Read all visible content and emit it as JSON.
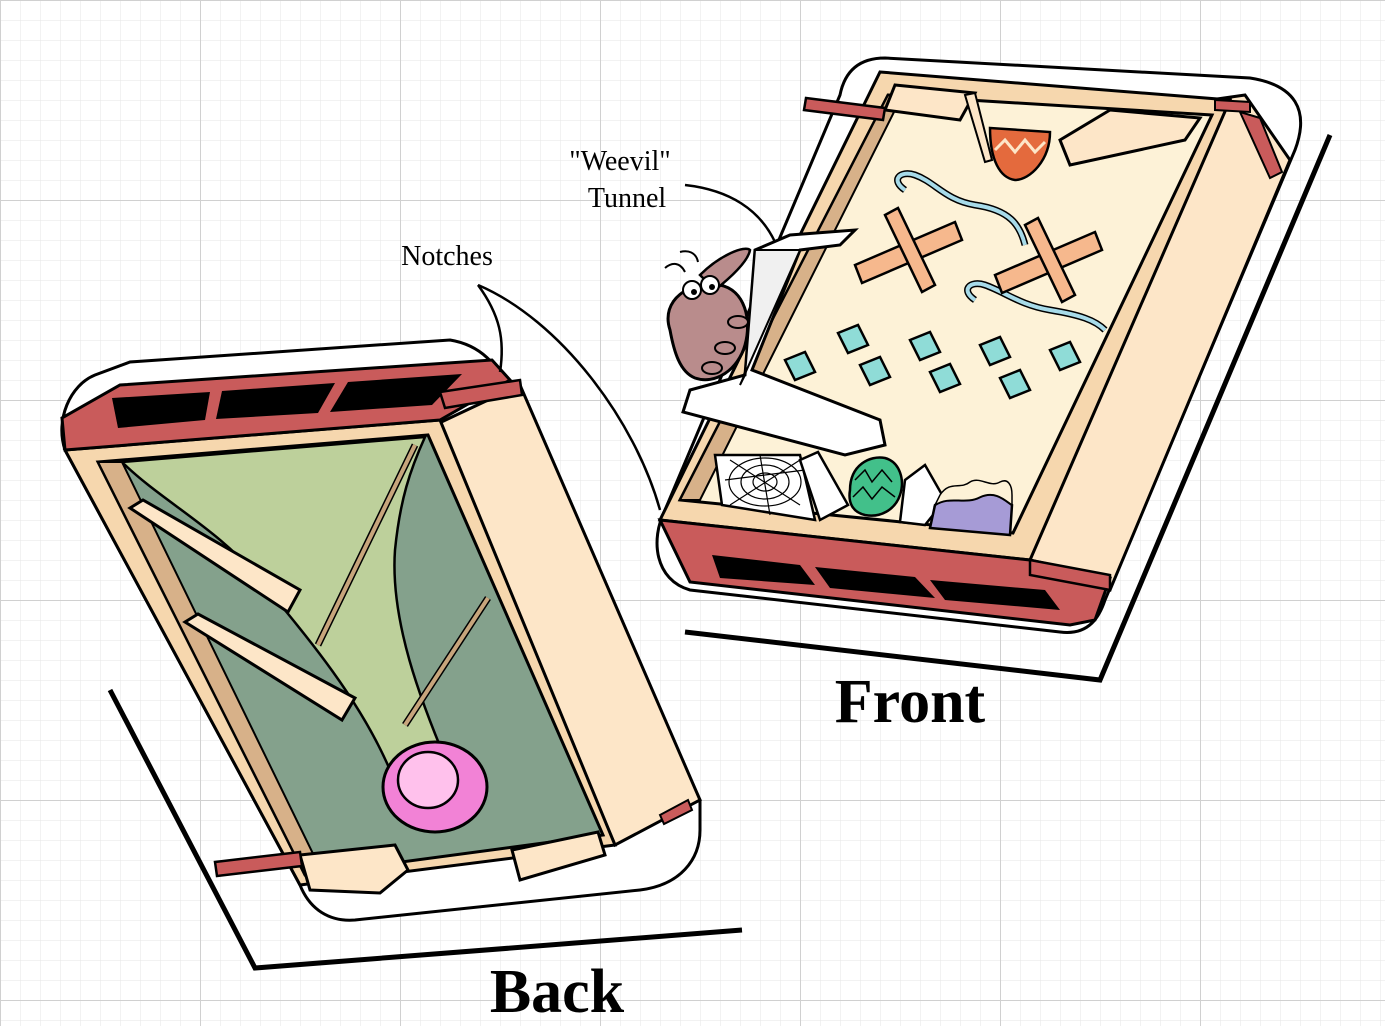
{
  "labels": {
    "weevil_line1": "\"Weevil\"",
    "weevil_line2": "Tunnel",
    "notches": "Notches",
    "front": "Front",
    "back": "Back"
  },
  "colors": {
    "background": "#ffffff",
    "grid_minor": "#e3e3e3",
    "grid_major": "#cfcfcf",
    "outline": "#000000",
    "wood_light": "#fde6c8",
    "wood_mid": "#f6d7ae",
    "wood_dark": "#d7b189",
    "rail_red": "#c95b5b",
    "back_dark_green": "#84a18c",
    "back_light_green": "#bdd09b",
    "front_floor": "#fdf2d7",
    "teal_block": "#8fdcd7",
    "swirl_blue": "#a7dbe9",
    "egg_green": "#42c08a",
    "egg_orange": "#e46a3d",
    "water_purple": "#a69bd6",
    "ring_pink": "#f282d6",
    "weevil_body": "#b98c8c"
  }
}
